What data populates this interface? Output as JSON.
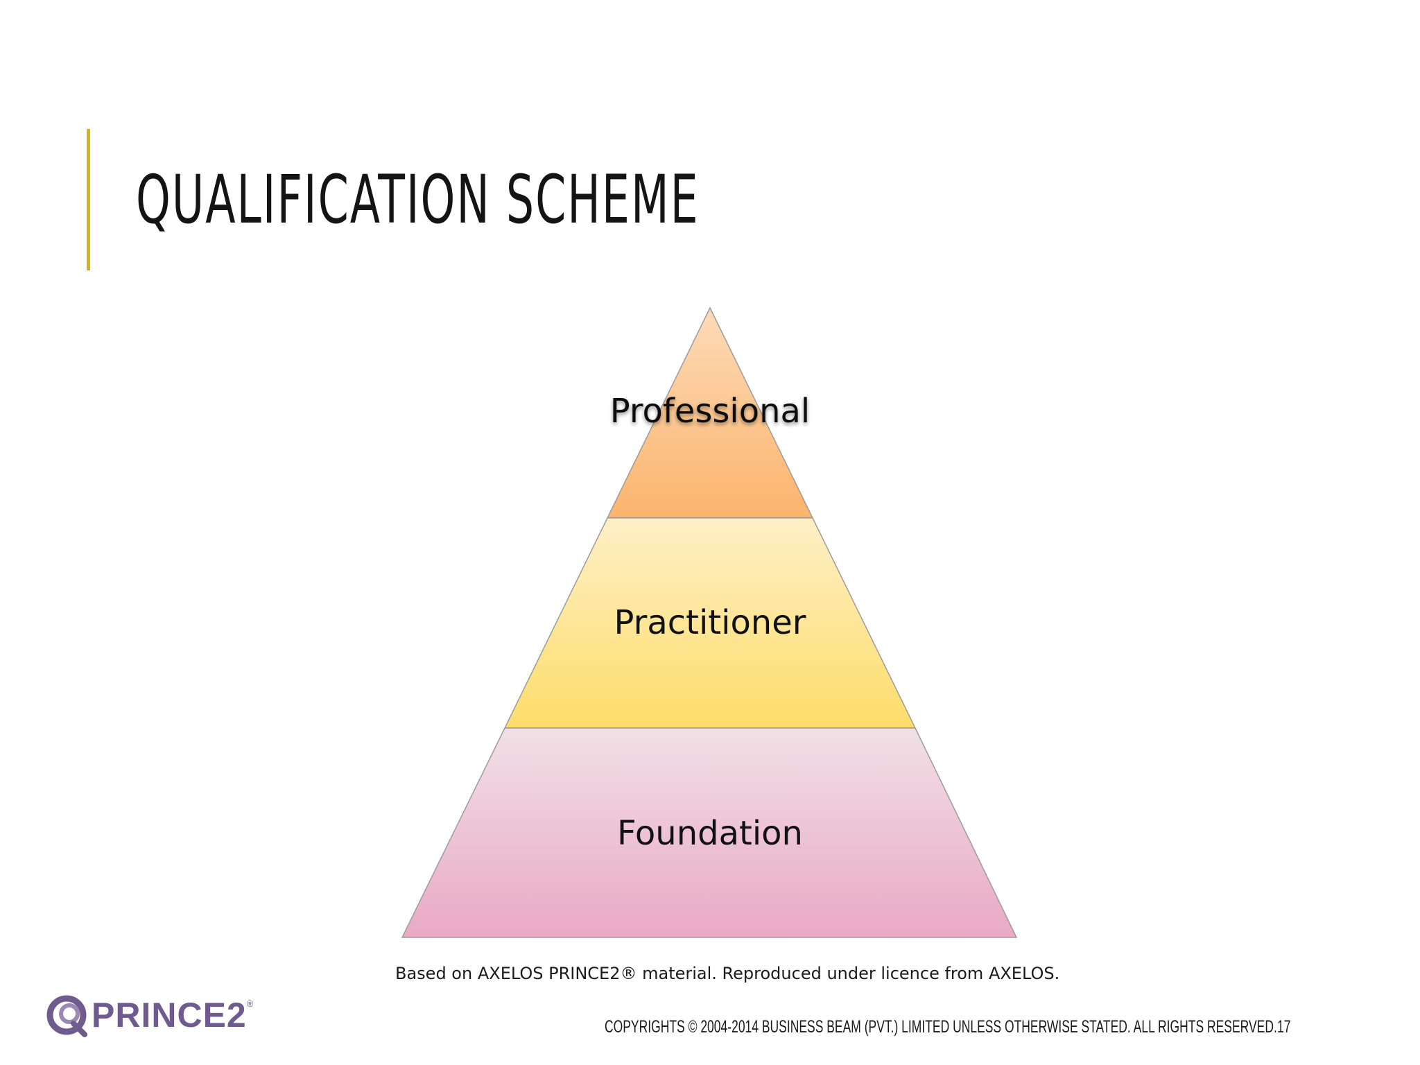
{
  "slide": {
    "title": "QUALIFICATION SCHEME",
    "accent_color": "#D8B21A",
    "page_number": "17"
  },
  "pyramid": {
    "tiers": [
      {
        "label": "Professional",
        "colors": [
          "#FDDBB8",
          "#FBB46C"
        ]
      },
      {
        "label": "Practitioner",
        "colors": [
          "#FEEFC6",
          "#FDDD6A"
        ]
      },
      {
        "label": "Foundation",
        "colors": [
          "#F1E0E6",
          "#E9A9C4"
        ]
      }
    ],
    "outline_color": "#9C9C9C"
  },
  "caption": "Based on AXELOS PRINCE2® material. Reproduced under licence from AXELOS.",
  "footer": {
    "copyright": "COPYRIGHTS © 2004-2014 BUSINESS BEAM (PVT.) LIMITED  UNLESS OTHERWISE STATED. ALL RIGHTS RESERVED.",
    "logo_text": "PRINCE2",
    "logo_reg": "®",
    "logo_icon": "prince2-logo-icon",
    "logo_color": "#6F5B8E"
  }
}
